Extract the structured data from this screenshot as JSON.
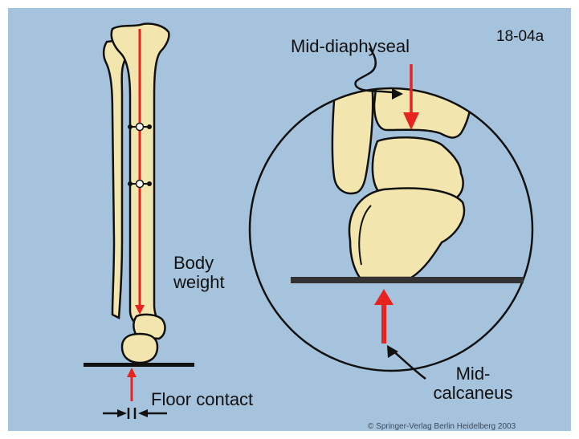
{
  "figure_id": "18-04a",
  "labels": {
    "mid_diaphyseal": "Mid-diaphyseal",
    "body_weight_line1": "Body",
    "body_weight_line2": "weight",
    "floor_contact": "Floor contact",
    "mid_calcaneus_line1": "Mid-",
    "mid_calcaneus_line2": "calcaneus"
  },
  "copyright": "© Springer-Verlag Berlin Heidelberg 2003",
  "colors": {
    "background": "#a6c3dd",
    "bone": "#f2e6ae",
    "outline": "#111111",
    "arrow": "#e8231e",
    "floor": "#333333"
  }
}
